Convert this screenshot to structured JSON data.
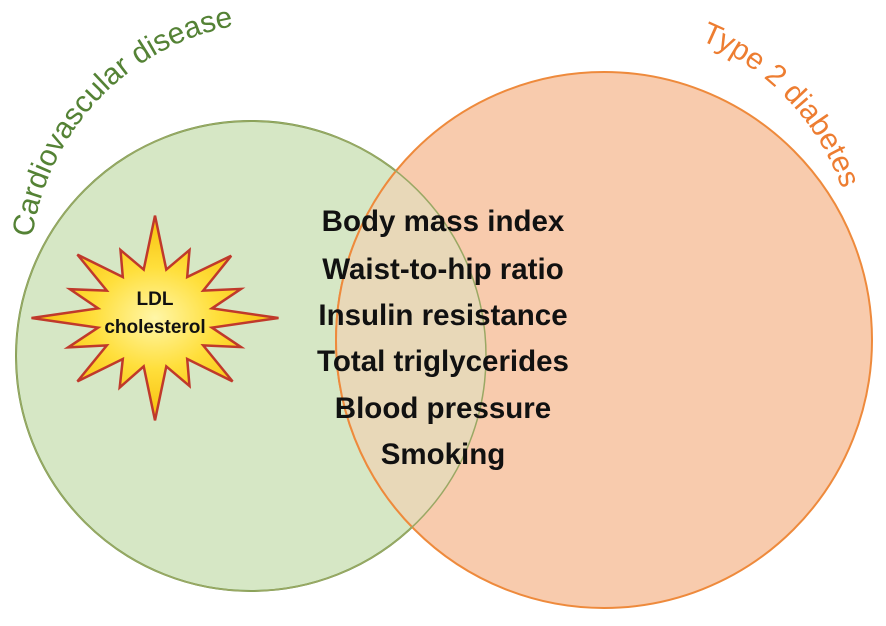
{
  "diagram": {
    "sets": [
      {
        "key": "cvd",
        "label": "Cardiovascular disease",
        "fill": "#d6e7c5",
        "stroke": "#5f8f3c",
        "label_color": "#548235"
      },
      {
        "key": "t2d",
        "label": "Type 2 diabetes",
        "fill": "#f8cbad",
        "stroke": "#ee8a3c",
        "label_color": "#ed7d31"
      }
    ],
    "overlap_fill": "#e8d8b8",
    "shared_factors": [
      "Body mass index",
      "Waist-to-hip ratio",
      "Insulin resistance",
      "Total triglycerides",
      "Blood pressure",
      "Smoking"
    ],
    "highlight": {
      "lines": [
        "LDL",
        "cholesterol"
      ],
      "fill": "#ffd11a",
      "stroke": "#c0392b"
    }
  }
}
